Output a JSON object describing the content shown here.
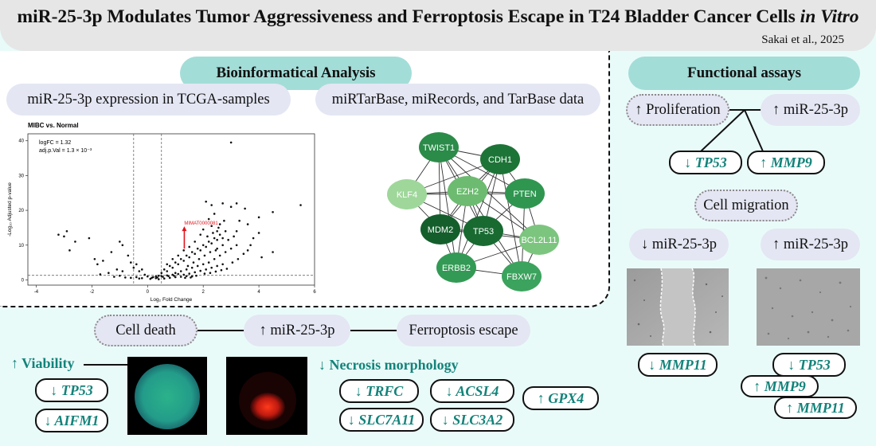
{
  "header": {
    "title_main": "miR-25-3p Modulates Tumor Aggressiveness and Ferroptosis Escape in T24 Bladder Cancer Cells ",
    "title_italic": "in Vitro",
    "author": "Sakai et al., 2025"
  },
  "bio": {
    "heading": "Bioinformatical Analysis",
    "tcga_label": "miR-25-3p expression in TCGA-samples",
    "db_label": "miRTarBase, miRecords, and TarBase data"
  },
  "volcano": {
    "chart_data": {
      "type": "scatter",
      "title": "MIBC vs. Normal",
      "xlabel": "Log₂ Fold Change",
      "ylabel": "-Log₁₀ Adjusted p-value",
      "xlim": [
        -4.3,
        6
      ],
      "ylim": [
        -1.5,
        42
      ],
      "xticks": [
        -4,
        -2,
        0,
        2,
        4,
        6
      ],
      "yticks": [
        0,
        10,
        20,
        30,
        40
      ],
      "vlines": [
        -0.5,
        0.5
      ],
      "hline": 1.3,
      "annotation_lines": [
        "logFC = 1.32",
        "adj.p.Val = 1.3 × 10⁻³"
      ],
      "highlight": {
        "label": "MIMAT0000081",
        "x": 1.32,
        "y": 9
      },
      "arrow_color": "#e0141c",
      "points": [
        [
          3.0,
          39.5
        ],
        [
          5.5,
          21.5
        ],
        [
          4.5,
          19.5
        ],
        [
          4.0,
          18.0
        ],
        [
          3.5,
          20.5
        ],
        [
          3.2,
          22.0
        ],
        [
          3.0,
          21.0
        ],
        [
          2.7,
          22.0
        ],
        [
          2.3,
          21.5
        ],
        [
          2.1,
          22.5
        ],
        [
          2.4,
          19.0
        ],
        [
          2.2,
          17.5
        ],
        [
          3.3,
          17.0
        ],
        [
          3.6,
          16.0
        ],
        [
          3.2,
          14.0
        ],
        [
          3.8,
          12.0
        ],
        [
          4.0,
          13.5
        ],
        [
          3.7,
          10.0
        ],
        [
          4.5,
          8.0
        ],
        [
          4.1,
          6.5
        ],
        [
          -3.2,
          13.0
        ],
        [
          -3.0,
          12.5
        ],
        [
          -2.9,
          14.0
        ],
        [
          -2.6,
          11.0
        ],
        [
          -2.1,
          12.0
        ],
        [
          -1.9,
          6.0
        ],
        [
          -1.6,
          5.5
        ],
        [
          -1.0,
          11.0
        ],
        [
          -0.9,
          10.0
        ],
        [
          -1.3,
          8.0
        ],
        [
          -2.8,
          8.5
        ],
        [
          -1.8,
          4.5
        ],
        [
          -1.1,
          3.0
        ],
        [
          -0.7,
          7.0
        ],
        [
          -0.6,
          5.0
        ],
        [
          -0.5,
          3.5
        ],
        [
          -0.4,
          4.5
        ],
        [
          -0.3,
          2.5
        ],
        [
          -0.2,
          3.0
        ],
        [
          -0.1,
          1.5
        ],
        [
          0.0,
          1.0
        ],
        [
          -0.2,
          0.5
        ],
        [
          -0.4,
          0.8
        ],
        [
          -0.6,
          0.6
        ],
        [
          -0.8,
          0.7
        ],
        [
          -1.0,
          1.2
        ],
        [
          -1.2,
          0.9
        ],
        [
          0.1,
          0.3
        ],
        [
          0.2,
          0.8
        ],
        [
          0.3,
          0.5
        ],
        [
          0.4,
          1.2
        ],
        [
          0.5,
          2.0
        ],
        [
          0.6,
          3.0
        ],
        [
          0.7,
          2.5
        ],
        [
          0.8,
          4.0
        ],
        [
          0.9,
          3.5
        ],
        [
          1.0,
          5.0
        ],
        [
          1.1,
          4.5
        ],
        [
          1.2,
          6.0
        ],
        [
          1.3,
          5.5
        ],
        [
          1.4,
          7.0
        ],
        [
          1.5,
          6.5
        ],
        [
          1.6,
          8.0
        ],
        [
          1.7,
          7.5
        ],
        [
          1.8,
          9.0
        ],
        [
          1.9,
          8.5
        ],
        [
          2.0,
          10.0
        ],
        [
          2.1,
          9.5
        ],
        [
          2.2,
          11.0
        ],
        [
          2.3,
          10.5
        ],
        [
          2.4,
          12.0
        ],
        [
          2.5,
          11.5
        ],
        [
          2.6,
          13.0
        ],
        [
          2.7,
          12.0
        ],
        [
          2.8,
          14.0
        ],
        [
          1.9,
          13.0
        ],
        [
          2.0,
          14.5
        ],
        [
          2.3,
          15.5
        ],
        [
          2.5,
          14.0
        ],
        [
          2.6,
          16.0
        ],
        [
          1.7,
          11.0
        ],
        [
          1.5,
          9.5
        ],
        [
          1.3,
          8.5
        ],
        [
          1.1,
          7.0
        ],
        [
          0.9,
          6.0
        ],
        [
          0.7,
          4.5
        ],
        [
          1.0,
          2.0
        ],
        [
          1.2,
          2.5
        ],
        [
          1.4,
          3.0
        ],
        [
          1.6,
          3.5
        ],
        [
          1.8,
          4.0
        ],
        [
          2.0,
          4.5
        ],
        [
          2.2,
          5.0
        ],
        [
          2.4,
          6.0
        ],
        [
          2.6,
          7.0
        ],
        [
          2.8,
          8.0
        ],
        [
          3.0,
          9.0
        ],
        [
          3.2,
          10.0
        ],
        [
          2.9,
          11.5
        ],
        [
          3.1,
          12.5
        ],
        [
          2.5,
          9.0
        ],
        [
          2.7,
          10.0
        ],
        [
          1.3,
          1.5
        ],
        [
          1.5,
          1.8
        ],
        [
          1.7,
          2.2
        ],
        [
          1.9,
          2.6
        ],
        [
          2.1,
          3.0
        ],
        [
          2.3,
          3.5
        ],
        [
          2.5,
          4.0
        ],
        [
          2.7,
          4.5
        ],
        [
          0.3,
          1.0
        ],
        [
          0.5,
          1.1
        ],
        [
          0.7,
          1.3
        ],
        [
          0.9,
          1.5
        ],
        [
          1.1,
          1.7
        ],
        [
          -0.9,
          2.5
        ],
        [
          -1.4,
          2.0
        ],
        [
          -1.7,
          1.6
        ],
        [
          0.4,
          0.2
        ],
        [
          0.6,
          0.4
        ],
        [
          0.8,
          0.6
        ],
        [
          1.0,
          0.8
        ],
        [
          1.2,
          0.9
        ],
        [
          1.4,
          1.1
        ],
        [
          1.6,
          1.0
        ],
        [
          -0.3,
          0.4
        ],
        [
          0.15,
          0.6
        ],
        [
          0.35,
          0.7
        ],
        [
          0.55,
          0.9
        ],
        [
          0.75,
          1.1
        ],
        [
          0.95,
          1.2
        ],
        [
          1.35,
          0.6
        ],
        [
          1.55,
          0.7
        ],
        [
          1.75,
          1.2
        ],
        [
          2.05,
          1.8
        ],
        [
          2.25,
          2.0
        ],
        [
          2.45,
          2.4
        ],
        [
          2.65,
          2.8
        ],
        [
          2.85,
          3.2
        ],
        [
          3.05,
          5.0
        ],
        [
          3.25,
          6.0
        ],
        [
          3.45,
          7.5
        ],
        [
          3.6,
          8.5
        ],
        [
          1.45,
          4.0
        ],
        [
          1.65,
          5.0
        ],
        [
          1.85,
          6.0
        ],
        [
          2.05,
          7.0
        ],
        [
          2.25,
          8.0
        ],
        [
          2.45,
          8.5
        ],
        [
          2.15,
          12.5
        ],
        [
          2.35,
          13.5
        ],
        [
          2.55,
          15.0
        ],
        [
          2.75,
          17.0
        ]
      ]
    }
  },
  "network": {
    "nodes": [
      {
        "id": "TWIST1",
        "label": "TWIST1",
        "color": "#2b8b49"
      },
      {
        "id": "CDH1",
        "label": "CDH1",
        "color": "#1d7437"
      },
      {
        "id": "KLF4",
        "label": "KLF4",
        "color": "#9fd79b"
      },
      {
        "id": "EZH2",
        "label": "EZH2",
        "color": "#6cbb70"
      },
      {
        "id": "PTEN",
        "label": "PTEN",
        "color": "#2f9650"
      },
      {
        "id": "MDM2",
        "label": "MDM2",
        "color": "#145e2c"
      },
      {
        "id": "TP53",
        "label": "TP53",
        "color": "#186a31"
      },
      {
        "id": "BCL2L11",
        "label": "BCL2L11",
        "color": "#7cc57e"
      },
      {
        "id": "ERBB2",
        "label": "ERBB2",
        "color": "#329a54"
      },
      {
        "id": "FBXW7",
        "label": "FBXW7",
        "color": "#3ba35d"
      }
    ],
    "edges": [
      [
        "TWIST1",
        "CDH1"
      ],
      [
        "TWIST1",
        "KLF4"
      ],
      [
        "TWIST1",
        "EZH2"
      ],
      [
        "TWIST1",
        "PTEN"
      ],
      [
        "TWIST1",
        "MDM2"
      ],
      [
        "TWIST1",
        "TP53"
      ],
      [
        "TWIST1",
        "ERBB2"
      ],
      [
        "TWIST1",
        "BCL2L11"
      ],
      [
        "CDH1",
        "KLF4"
      ],
      [
        "CDH1",
        "EZH2"
      ],
      [
        "CDH1",
        "PTEN"
      ],
      [
        "CDH1",
        "MDM2"
      ],
      [
        "CDH1",
        "TP53"
      ],
      [
        "CDH1",
        "ERBB2"
      ],
      [
        "CDH1",
        "FBXW7"
      ],
      [
        "KLF4",
        "EZH2"
      ],
      [
        "KLF4",
        "PTEN"
      ],
      [
        "KLF4",
        "MDM2"
      ],
      [
        "KLF4",
        "TP53"
      ],
      [
        "EZH2",
        "PTEN"
      ],
      [
        "EZH2",
        "MDM2"
      ],
      [
        "EZH2",
        "TP53"
      ],
      [
        "EZH2",
        "BCL2L11"
      ],
      [
        "EZH2",
        "ERBB2"
      ],
      [
        "EZH2",
        "FBXW7"
      ],
      [
        "PTEN",
        "TP53"
      ],
      [
        "PTEN",
        "BCL2L11"
      ],
      [
        "PTEN",
        "FBXW7"
      ],
      [
        "MDM2",
        "TP53"
      ],
      [
        "MDM2",
        "ERBB2"
      ],
      [
        "MDM2",
        "BCL2L11"
      ],
      [
        "TP53",
        "BCL2L11"
      ],
      [
        "TP53",
        "ERBB2"
      ],
      [
        "TP53",
        "FBXW7"
      ],
      [
        "BCL2L11",
        "FBXW7"
      ],
      [
        "ERBB2",
        "FBXW7"
      ],
      [
        "ERBB2",
        "BCL2L11"
      ]
    ]
  },
  "functional": {
    "heading": "Functional assays",
    "proliferation": "↑ Proliferation",
    "mir_up": "↑ miR-25-3p",
    "prolif_genes": [
      {
        "arrow": "↓",
        "gene": "TP53"
      },
      {
        "arrow": "↑",
        "gene": "MMP9"
      }
    ],
    "migration_label": "Cell migration",
    "mig_down": "↓ miR-25-3p",
    "mig_up": "↑ miR-25-3p",
    "mig_down_genes": [
      {
        "arrow": "↓",
        "gene": "MMP11"
      }
    ],
    "mig_up_genes": [
      {
        "arrow": "↓",
        "gene": "TP53"
      },
      {
        "arrow": "↑",
        "gene": "MMP9"
      },
      {
        "arrow": "↑",
        "gene": "MMP11"
      }
    ]
  },
  "death": {
    "cell_death": "Cell death",
    "mir_up": "↑ miR-25-3p",
    "ferro": "Ferroptosis escape",
    "viability": "↑ Viability",
    "viability_genes": [
      {
        "arrow": "↓",
        "gene": "TP53"
      },
      {
        "arrow": "↓",
        "gene": "AIFM1"
      }
    ],
    "necrosis": "↓ Necrosis morphology",
    "necrosis_genes": [
      {
        "arrow": "↓",
        "gene": "TRFC"
      },
      {
        "arrow": "↓",
        "gene": "ACSL4"
      },
      {
        "arrow": "↓",
        "gene": "SLC7A11"
      },
      {
        "arrow": "↓",
        "gene": "SLC3A2"
      },
      {
        "arrow": "↑",
        "gene": "GPX4"
      }
    ]
  }
}
